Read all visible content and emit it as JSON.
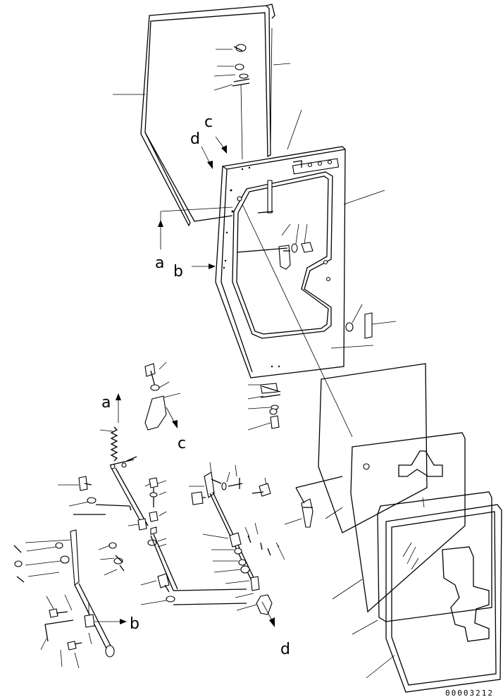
{
  "labels": {
    "a_top": "a",
    "b_top": "b",
    "c_top": "c",
    "d_top": "d",
    "a_mid": "a",
    "c_mid": "c",
    "b_low": "b",
    "d_low": "d"
  },
  "drawing_code": "00003212"
}
